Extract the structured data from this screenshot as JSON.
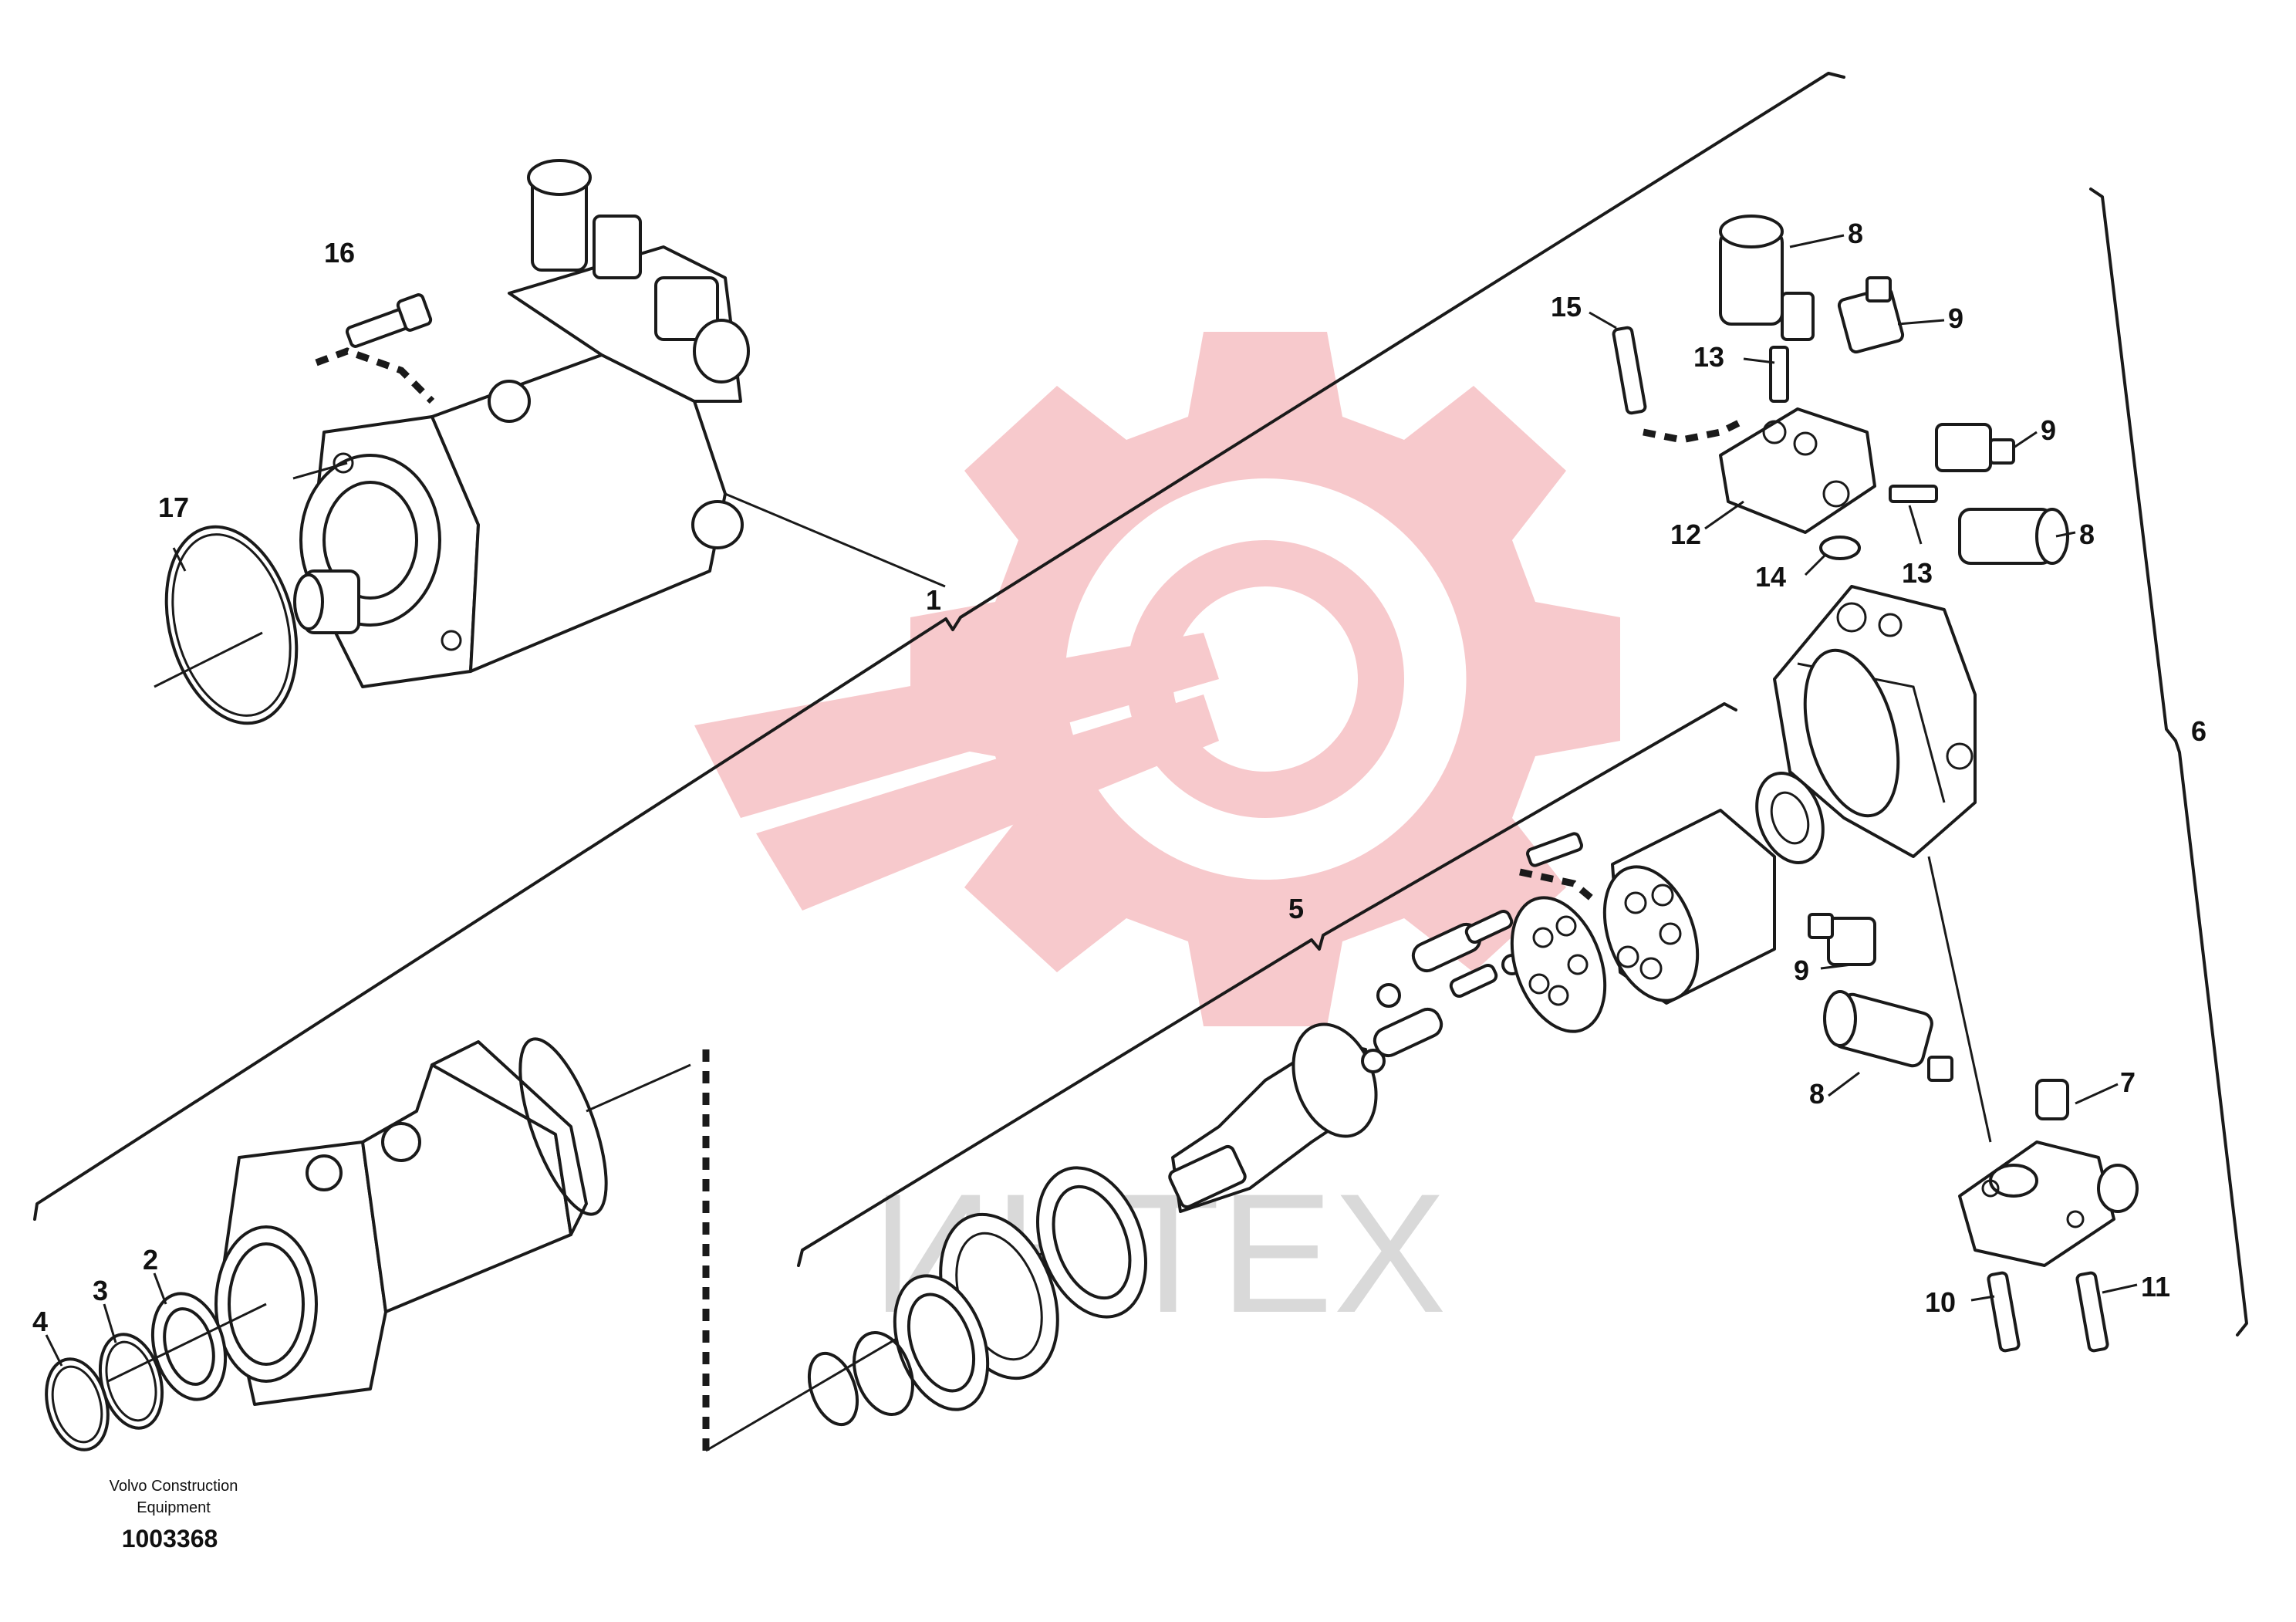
{
  "watermark": {
    "text": "ИНТЕХ",
    "gear_color": "#f7c9cc",
    "text_color": "#d9d9d9"
  },
  "footer": {
    "line1": "Volvo Construction",
    "line2": "Equipment",
    "number": "1003368"
  },
  "callouts": {
    "c1": "1",
    "c2": "2",
    "c3": "3",
    "c4": "4",
    "c5": "5",
    "c6": "6",
    "c7": "7",
    "c8a": "8",
    "c8b": "8",
    "c8c": "8",
    "c9a": "9",
    "c9b": "9",
    "c9c": "9",
    "c10": "10",
    "c11": "11",
    "c12": "12",
    "c13a": "13",
    "c13b": "13",
    "c14": "14",
    "c15": "15",
    "c16": "16",
    "c17": "17"
  }
}
